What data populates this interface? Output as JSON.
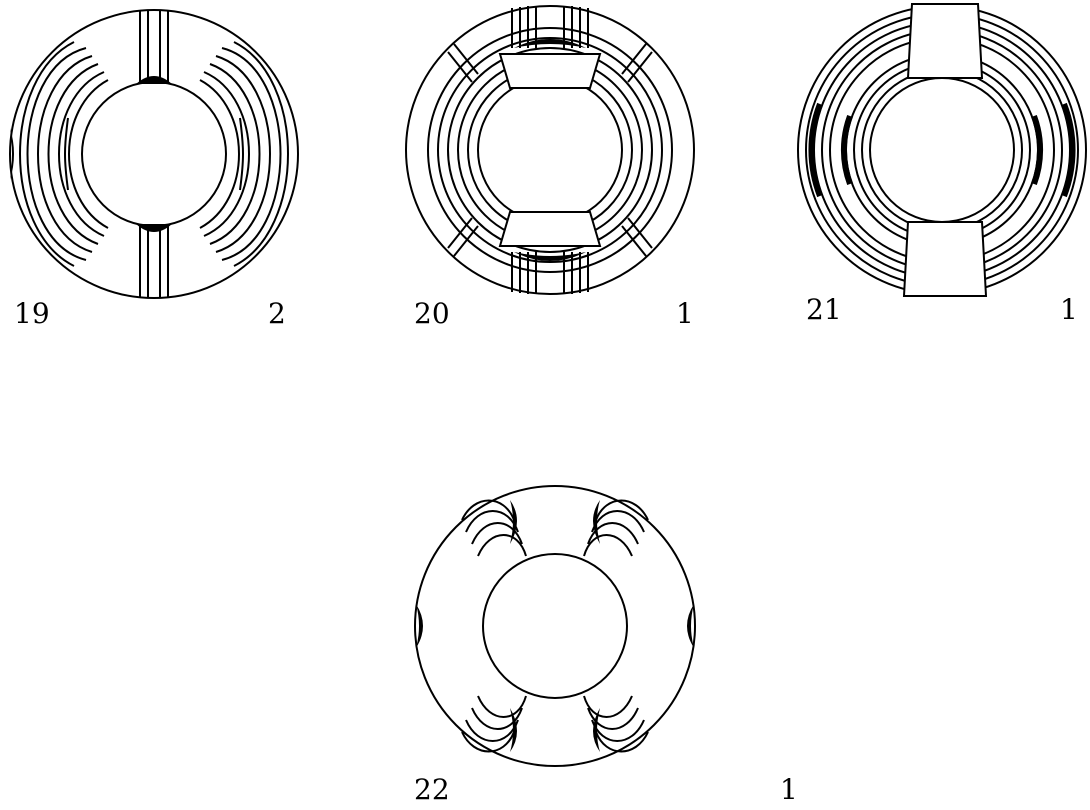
{
  "figures": [
    {
      "number": "19",
      "count": "2"
    },
    {
      "number": "20",
      "count": "1"
    },
    {
      "number": "21",
      "count": "1"
    },
    {
      "number": "22",
      "count": "1"
    }
  ],
  "colors": {
    "ink": "#000000",
    "paper": "#ffffff"
  }
}
